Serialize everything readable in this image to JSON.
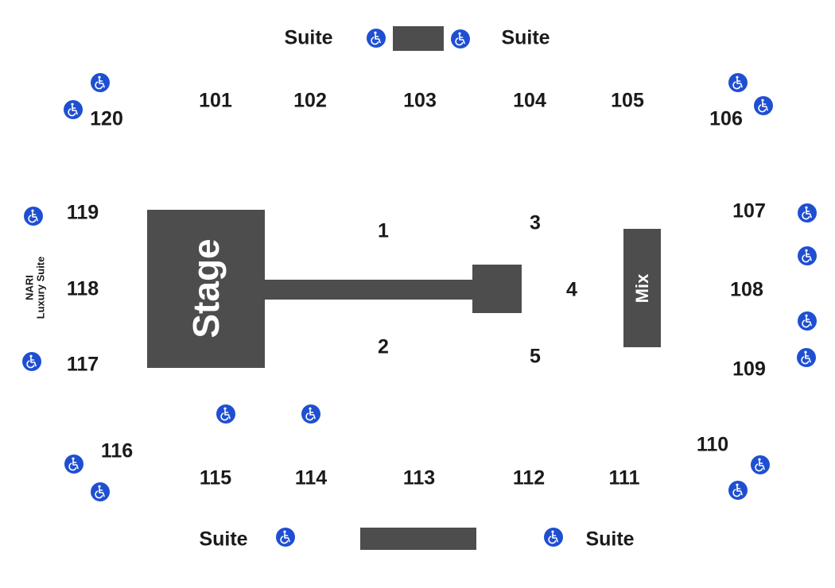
{
  "colors": {
    "block": "#4d4d4d",
    "text": "#1a1a1a",
    "accessible": "#1f4fd1"
  },
  "suites": {
    "top_left": "Suite",
    "top_right": "Suite",
    "bottom_left": "Suite",
    "bottom_right": "Suite"
  },
  "nari_suite": {
    "line1": "NARI",
    "line2": "Luxury Suite"
  },
  "stage": {
    "label": "Stage"
  },
  "mix": {
    "label": "Mix"
  },
  "floor_sections": {
    "s1": "1",
    "s2": "2",
    "s3": "3",
    "s4": "4",
    "s5": "5"
  },
  "sections": {
    "s101": "101",
    "s102": "102",
    "s103": "103",
    "s104": "104",
    "s105": "105",
    "s106": "106",
    "s107": "107",
    "s108": "108",
    "s109": "109",
    "s110": "110",
    "s111": "111",
    "s112": "112",
    "s113": "113",
    "s114": "114",
    "s115": "115",
    "s116": "116",
    "s117": "117",
    "s118": "118",
    "s119": "119",
    "s120": "120"
  },
  "accessible_icon": "wheelchair-icon"
}
